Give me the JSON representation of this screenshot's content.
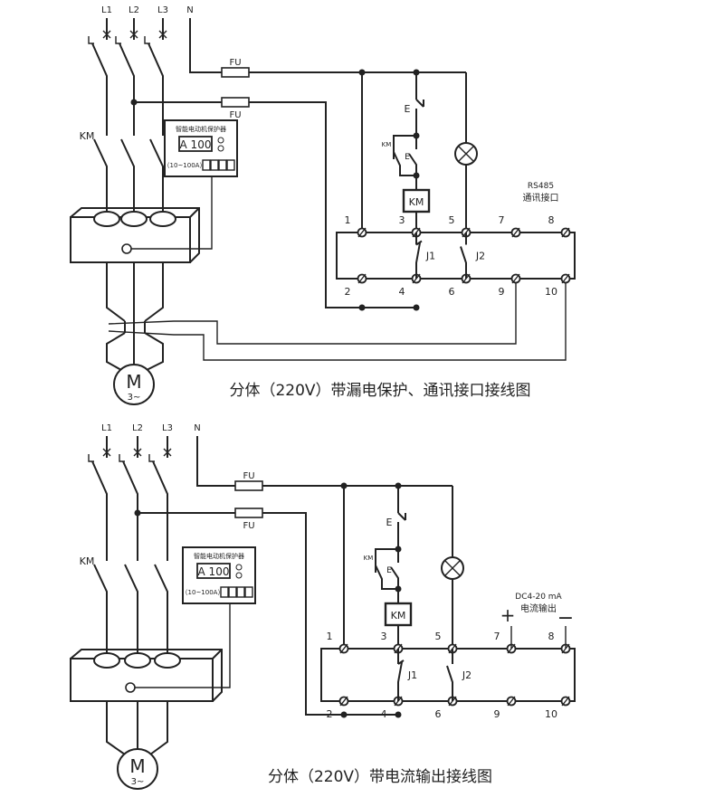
{
  "diagrams": [
    {
      "title": "分体（220V）带漏电保护、通讯接口接线图",
      "phases": [
        "L1",
        "L2",
        "L3"
      ],
      "neutral": "N",
      "fuse_label": "FU",
      "contactor_label": "KM",
      "protector": {
        "name": "智能电动机保护器",
        "display": "A 100",
        "range": "（10~100A）"
      },
      "stop_button": "E",
      "start_button": "E",
      "coil": "KM",
      "terminals_top": [
        "1",
        "3",
        "5",
        "7",
        "8"
      ],
      "terminals_bottom": [
        "2",
        "4",
        "6",
        "9",
        "10"
      ],
      "relays": [
        "J1",
        "J2"
      ],
      "interface_label_1": "RS485",
      "interface_label_2": "通讯接口",
      "motor": "M",
      "motor_sub": "3~"
    },
    {
      "title": "分体（220V）带电流输出接线图",
      "phases": [
        "L1",
        "L2",
        "L3"
      ],
      "neutral": "N",
      "fuse_label": "FU",
      "contactor_label": "KM",
      "protector": {
        "name": "智能电动机保护器",
        "display": "A 100",
        "range": "（10~100A）"
      },
      "stop_button": "E",
      "start_button": "E",
      "coil": "KM",
      "terminals_top": [
        "1",
        "3",
        "5",
        "7",
        "8"
      ],
      "terminals_bottom": [
        "2",
        "4",
        "6",
        "9",
        "10"
      ],
      "relays": [
        "J1",
        "J2"
      ],
      "interface_label_1": "DC4-20 mA",
      "interface_label_2": "电流输出",
      "plus": "+",
      "minus": "−",
      "motor": "M",
      "motor_sub": "3~"
    }
  ]
}
